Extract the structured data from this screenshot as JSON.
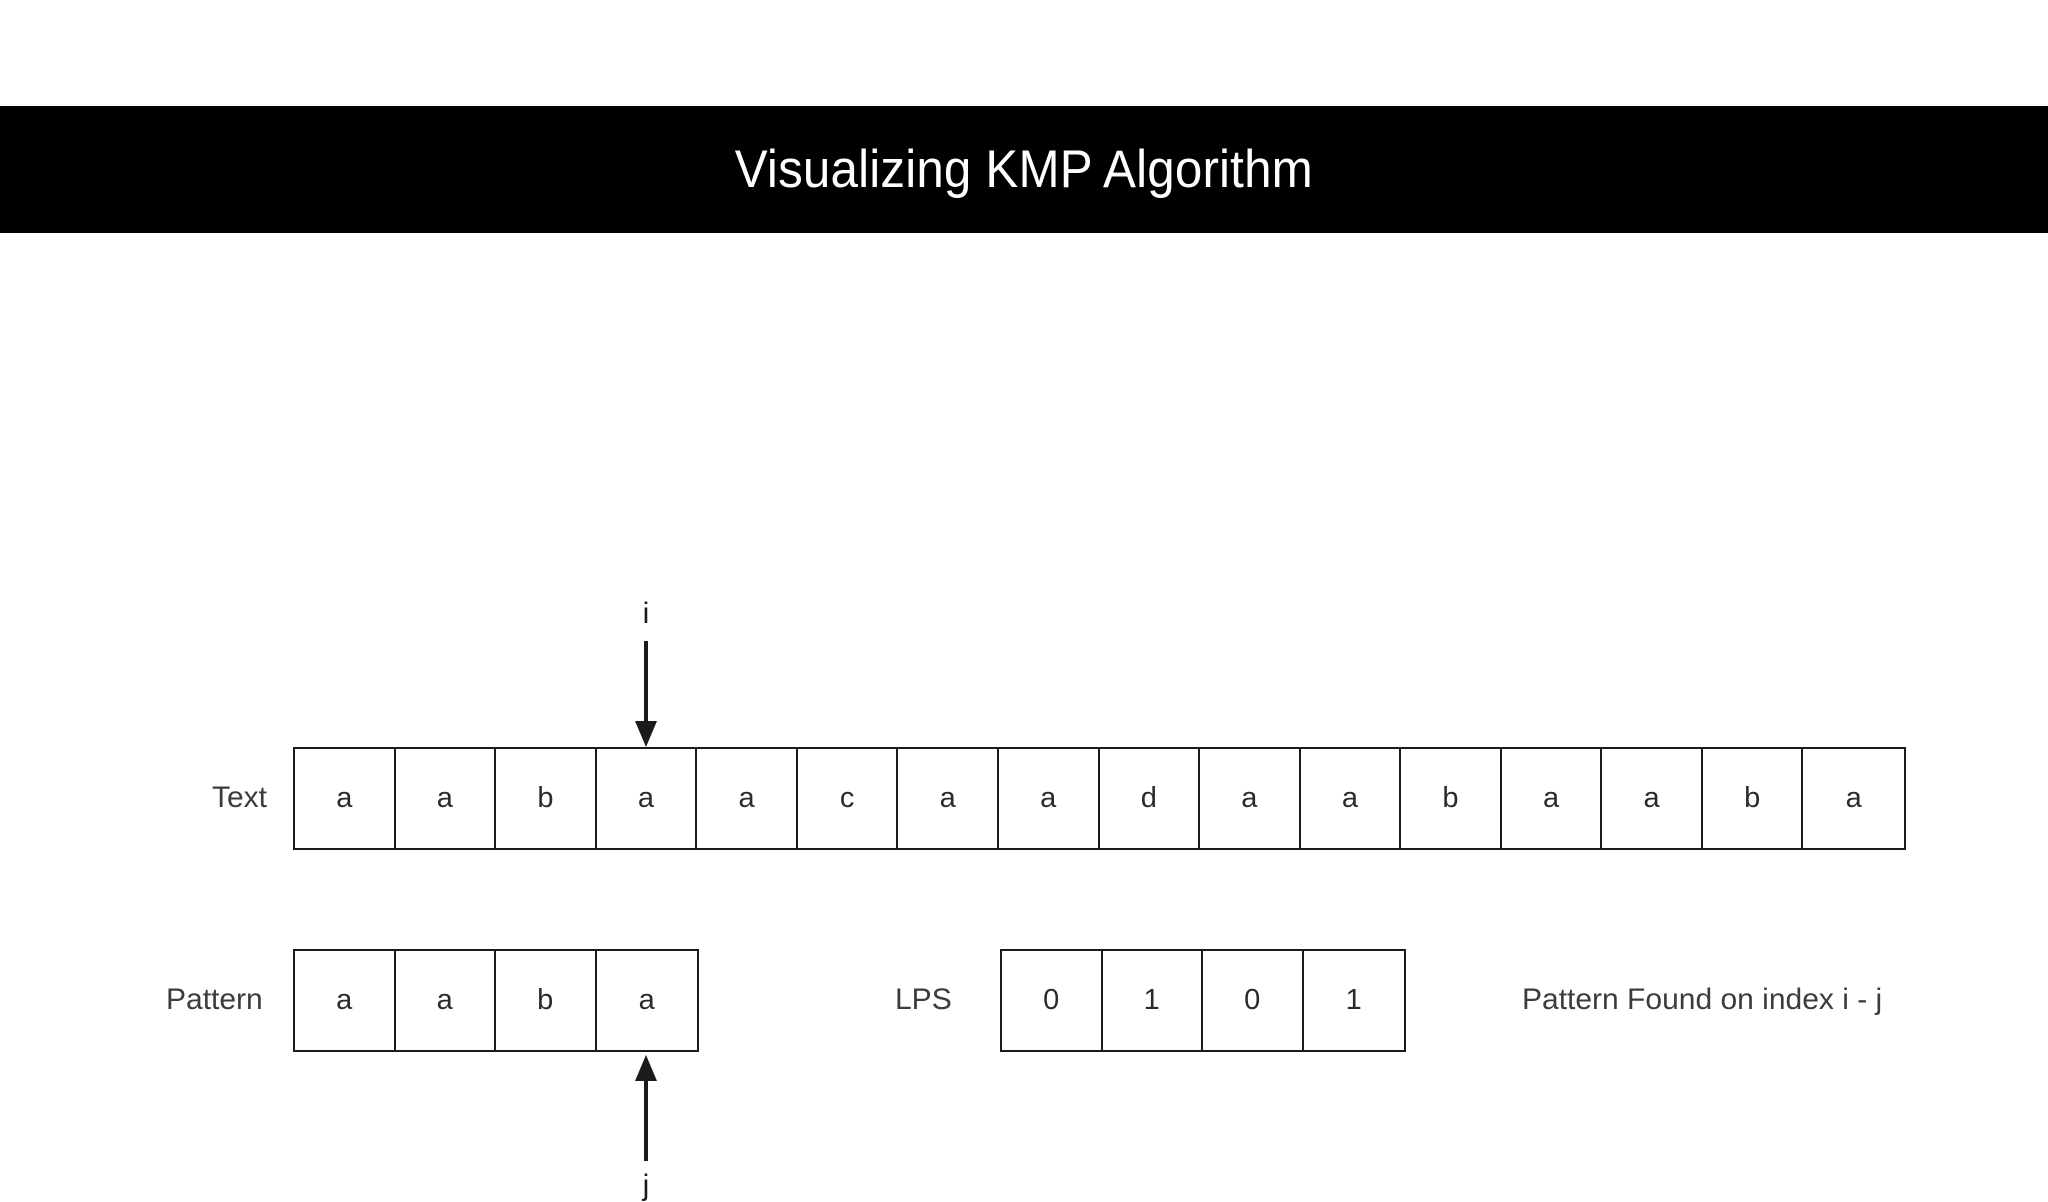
{
  "banner": {
    "title": "Visualizing KMP Algorithm",
    "background_color": "#000000",
    "text_color": "#ffffff"
  },
  "page": {
    "background_color": "#ffffff",
    "line_color": "#1b1b1b",
    "text_color": "#3c3c3c"
  },
  "text_row": {
    "label": "Text",
    "cells": [
      "a",
      "a",
      "b",
      "a",
      "a",
      "c",
      "a",
      "a",
      "d",
      "a",
      "a",
      "b",
      "a",
      "a",
      "b",
      "a"
    ]
  },
  "pattern_row": {
    "label": "Pattern",
    "cells": [
      "a",
      "a",
      "b",
      "a"
    ]
  },
  "lps_row": {
    "label": "LPS",
    "cells": [
      "0",
      "1",
      "0",
      "1"
    ]
  },
  "pointers": {
    "i": {
      "label": "i",
      "direction": "down",
      "target_index": 3
    },
    "j": {
      "label": "j",
      "direction": "up",
      "target_index": 3
    }
  },
  "status": {
    "message": "Pattern Found on index i - j"
  }
}
